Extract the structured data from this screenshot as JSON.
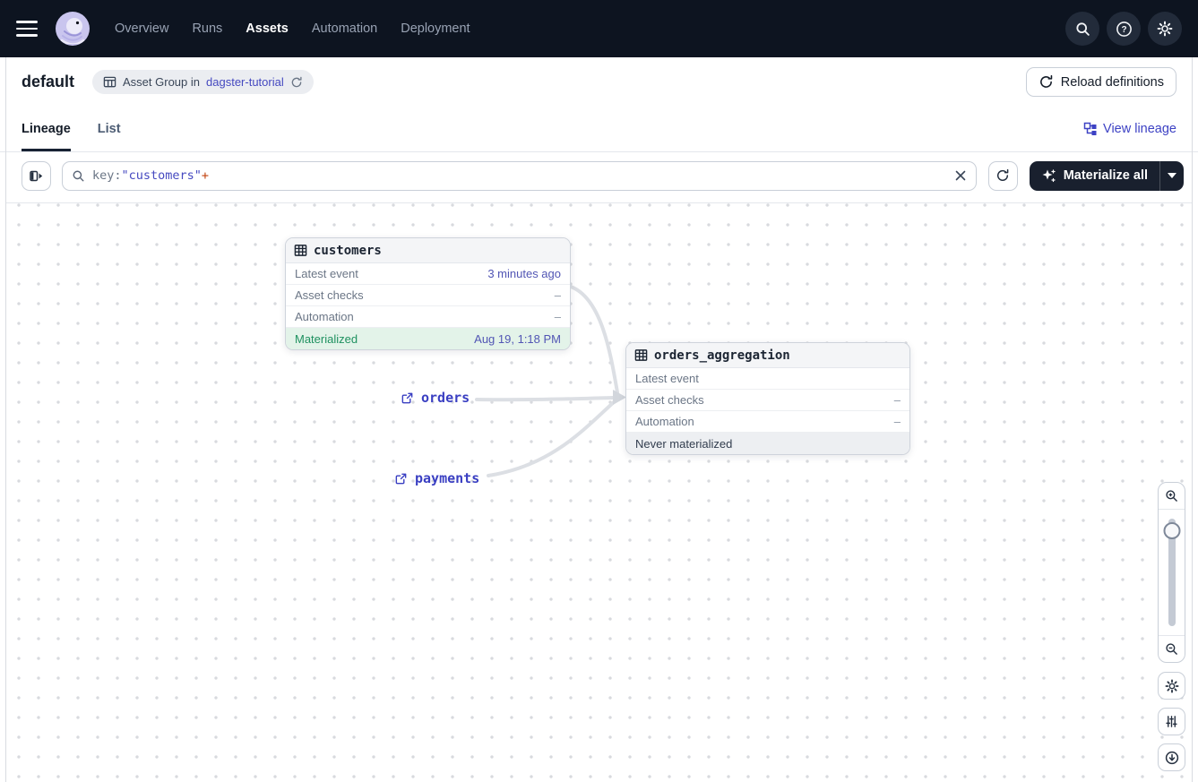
{
  "nav": {
    "items": [
      {
        "label": "Overview"
      },
      {
        "label": "Runs"
      },
      {
        "label": "Assets"
      },
      {
        "label": "Automation"
      },
      {
        "label": "Deployment"
      }
    ],
    "active": "Assets"
  },
  "header": {
    "title": "default",
    "badge_prefix": "Asset Group in",
    "badge_link": "dagster-tutorial",
    "reload_label": "Reload definitions"
  },
  "tabs": {
    "lineage": "Lineage",
    "list": "List",
    "view_lineage": "View lineage"
  },
  "toolbar": {
    "query_key": "key:",
    "query_value": "\"customers\"",
    "query_op": "+",
    "materialize_label": "Materialize all"
  },
  "graph": {
    "nodes": [
      {
        "name": "customers",
        "rows": [
          {
            "label": "Latest event",
            "value": "3 minutes ago"
          },
          {
            "label": "Asset checks",
            "value": "–"
          },
          {
            "label": "Automation",
            "value": "–"
          },
          {
            "label": "Materialized",
            "value": "Aug 19, 1:18 PM"
          }
        ]
      },
      {
        "name": "orders_aggregation",
        "rows": [
          {
            "label": "Latest event",
            "value": ""
          },
          {
            "label": "Asset checks",
            "value": "–"
          },
          {
            "label": "Automation",
            "value": "–"
          },
          {
            "label": "Never materialized",
            "value": ""
          }
        ]
      }
    ],
    "external_assets": [
      {
        "label": "orders"
      },
      {
        "label": "payments"
      }
    ]
  },
  "colors": {
    "nav_bg": "#0d1420",
    "accent_indigo": "#4549c0",
    "materialized_green": "#1f9160",
    "dark_button": "#19202e",
    "edge_gray": "#dcdfe4"
  }
}
